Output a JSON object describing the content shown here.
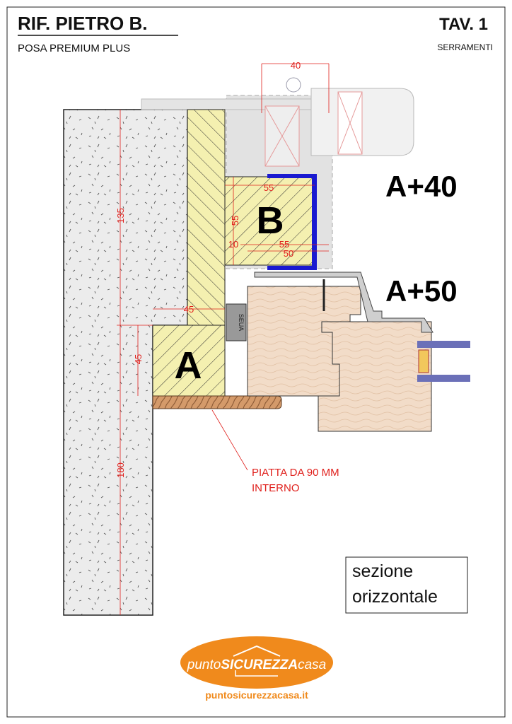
{
  "header": {
    "title": "RIF. PIETRO B.",
    "subtitle": "POSA PREMIUM PLUS",
    "sheet": "TAV. 1",
    "category": "SERRAMENTI"
  },
  "drawing": {
    "labels": {
      "block_a": "A",
      "block_b": "B",
      "level_40": "A+40",
      "level_50": "A+50",
      "gasket": "SEUA"
    },
    "dimensions": {
      "wall_upper": "135",
      "wall_lower": "180",
      "a_height": "45",
      "a_width": "45",
      "frame_width": "40",
      "b_top": "55",
      "b_side": "55",
      "b_offset": "10",
      "b_bottom": "55",
      "b_inner": "50"
    },
    "note": {
      "line1": "PIATTA DA 90 MM",
      "line2": "INTERNO"
    },
    "section_box": {
      "line1": "sezione",
      "line2": "orizzontale"
    }
  },
  "logo": {
    "brand_light": "punto",
    "brand_bold": "SICUREZZA",
    "brand_end": "casa",
    "url": "puntosicurezzacasa.it"
  },
  "colors": {
    "dimension": "#e0201c",
    "block": "#f4f0b0",
    "blue_profile": "#1a1ad0",
    "wood": "#f2dcc8",
    "logo": "#f08a1c",
    "glass": "#6b70b8"
  }
}
